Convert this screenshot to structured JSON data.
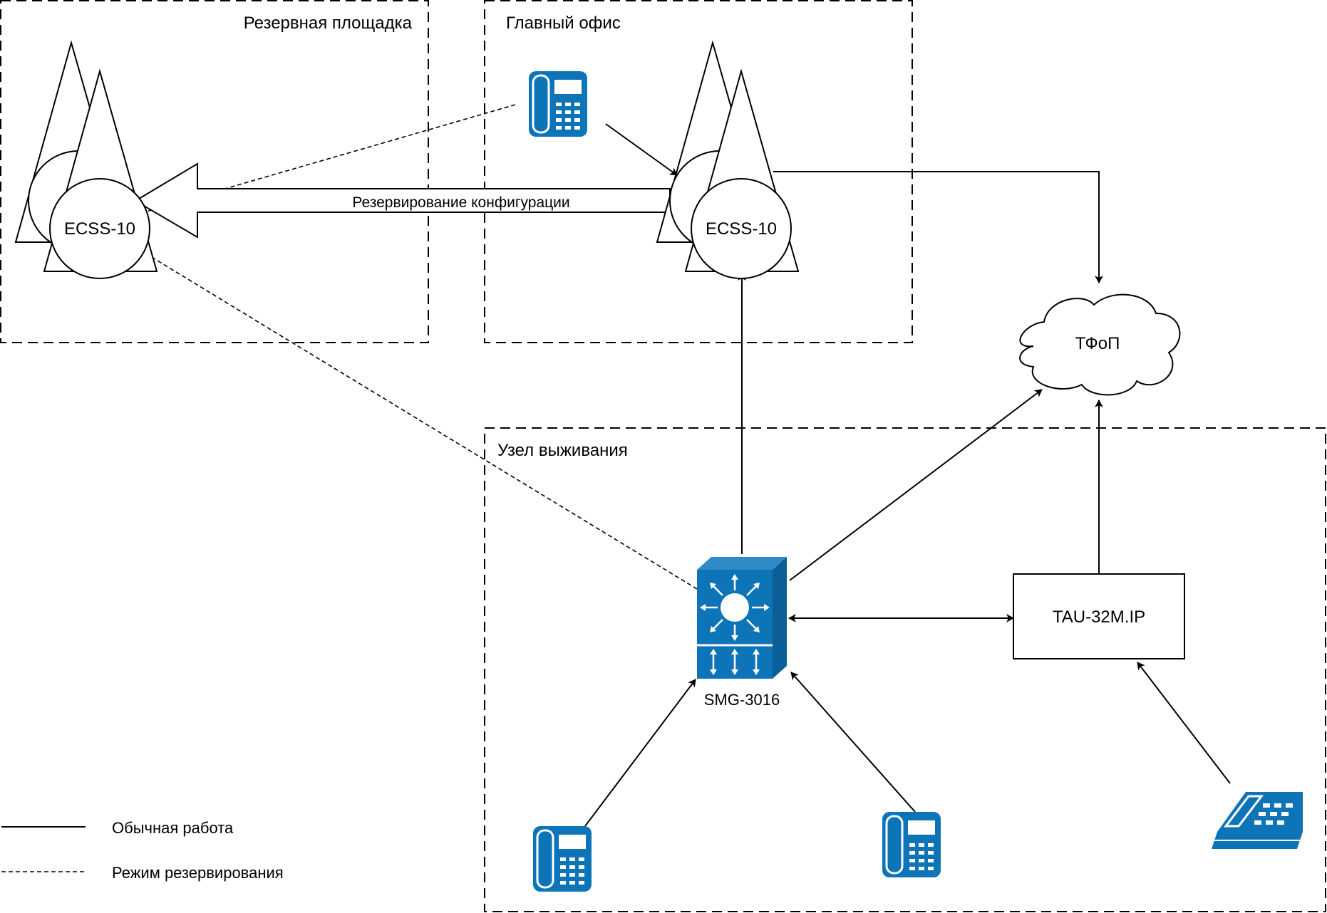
{
  "zones": {
    "backup_site": "Резервная площадка",
    "main_office": "Главный офис",
    "survival_node": "Узел выживания"
  },
  "nodes": {
    "ecss_backup": "ECSS-10",
    "ecss_main": "ECSS-10",
    "pstn": "ТФоП",
    "smg": "SMG-3016",
    "tau": "TAU-32M.IP"
  },
  "links": {
    "config_backup": "Резервирование конфигурации"
  },
  "legend": {
    "normal": "Обычная работа",
    "backup_mode": "Режим резервирования"
  },
  "icons": {
    "ip_phone": "ip-phone-icon",
    "analog_phone": "analog-phone-icon",
    "multilayer_switch": "multilayer-switch-icon"
  },
  "colors": {
    "device_blue": "#0d74b8",
    "stroke": "#000000"
  }
}
